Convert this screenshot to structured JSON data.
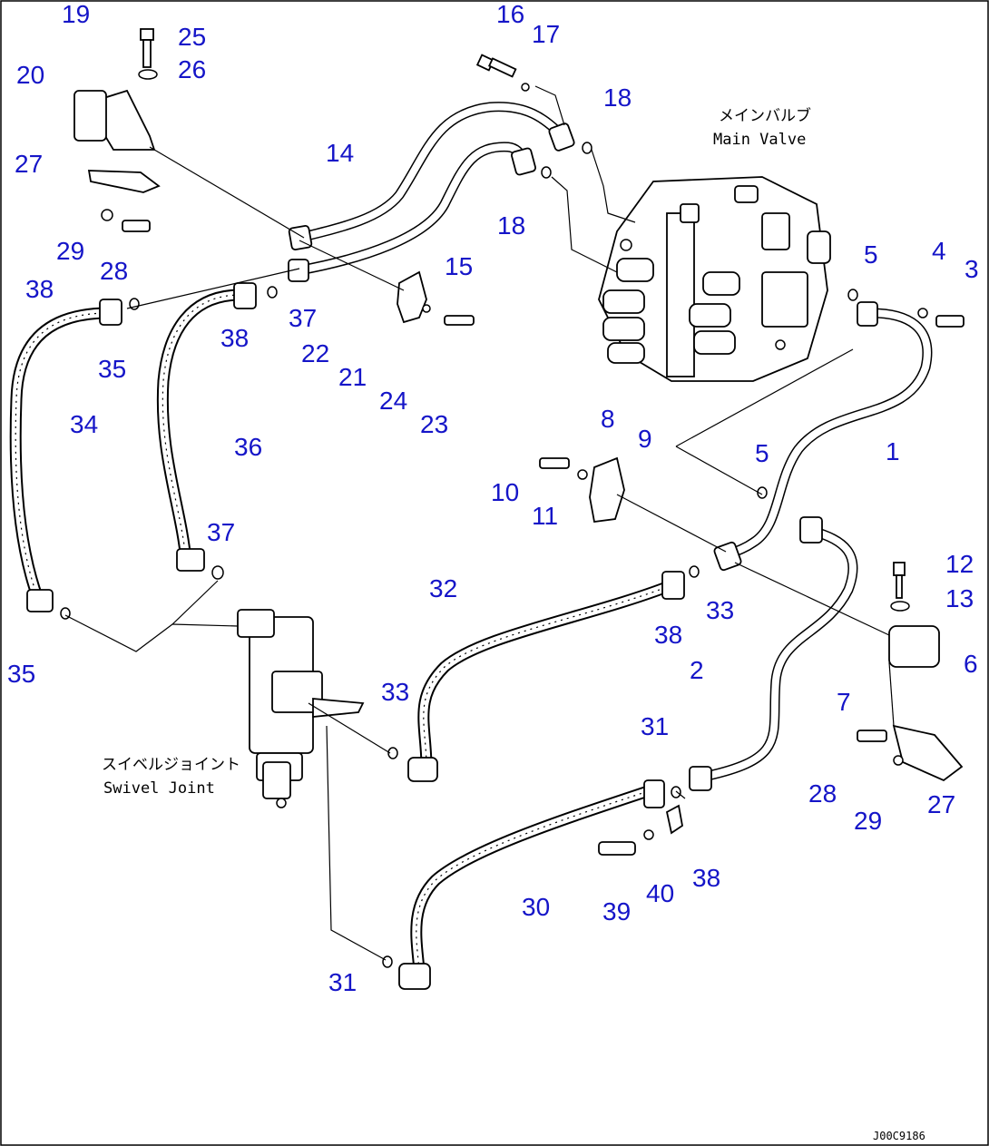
{
  "captions": {
    "main_valve_jp": "メインバルブ",
    "main_valve_en": "Main Valve",
    "swivel_jp": "スイベルジョイント",
    "swivel_en": "Swivel Joint"
  },
  "drawing_code": "J00C9186",
  "part_numbers": [
    "19",
    "25",
    "26",
    "20",
    "27",
    "29",
    "28",
    "38",
    "35",
    "34",
    "36",
    "16",
    "17",
    "18",
    "14",
    "15",
    "37",
    "22",
    "21",
    "24",
    "23",
    "8",
    "9",
    "10",
    "11",
    "5",
    "4",
    "3",
    "1",
    "12",
    "13",
    "6",
    "7",
    "32",
    "33",
    "2",
    "31",
    "39",
    "40",
    "30"
  ]
}
